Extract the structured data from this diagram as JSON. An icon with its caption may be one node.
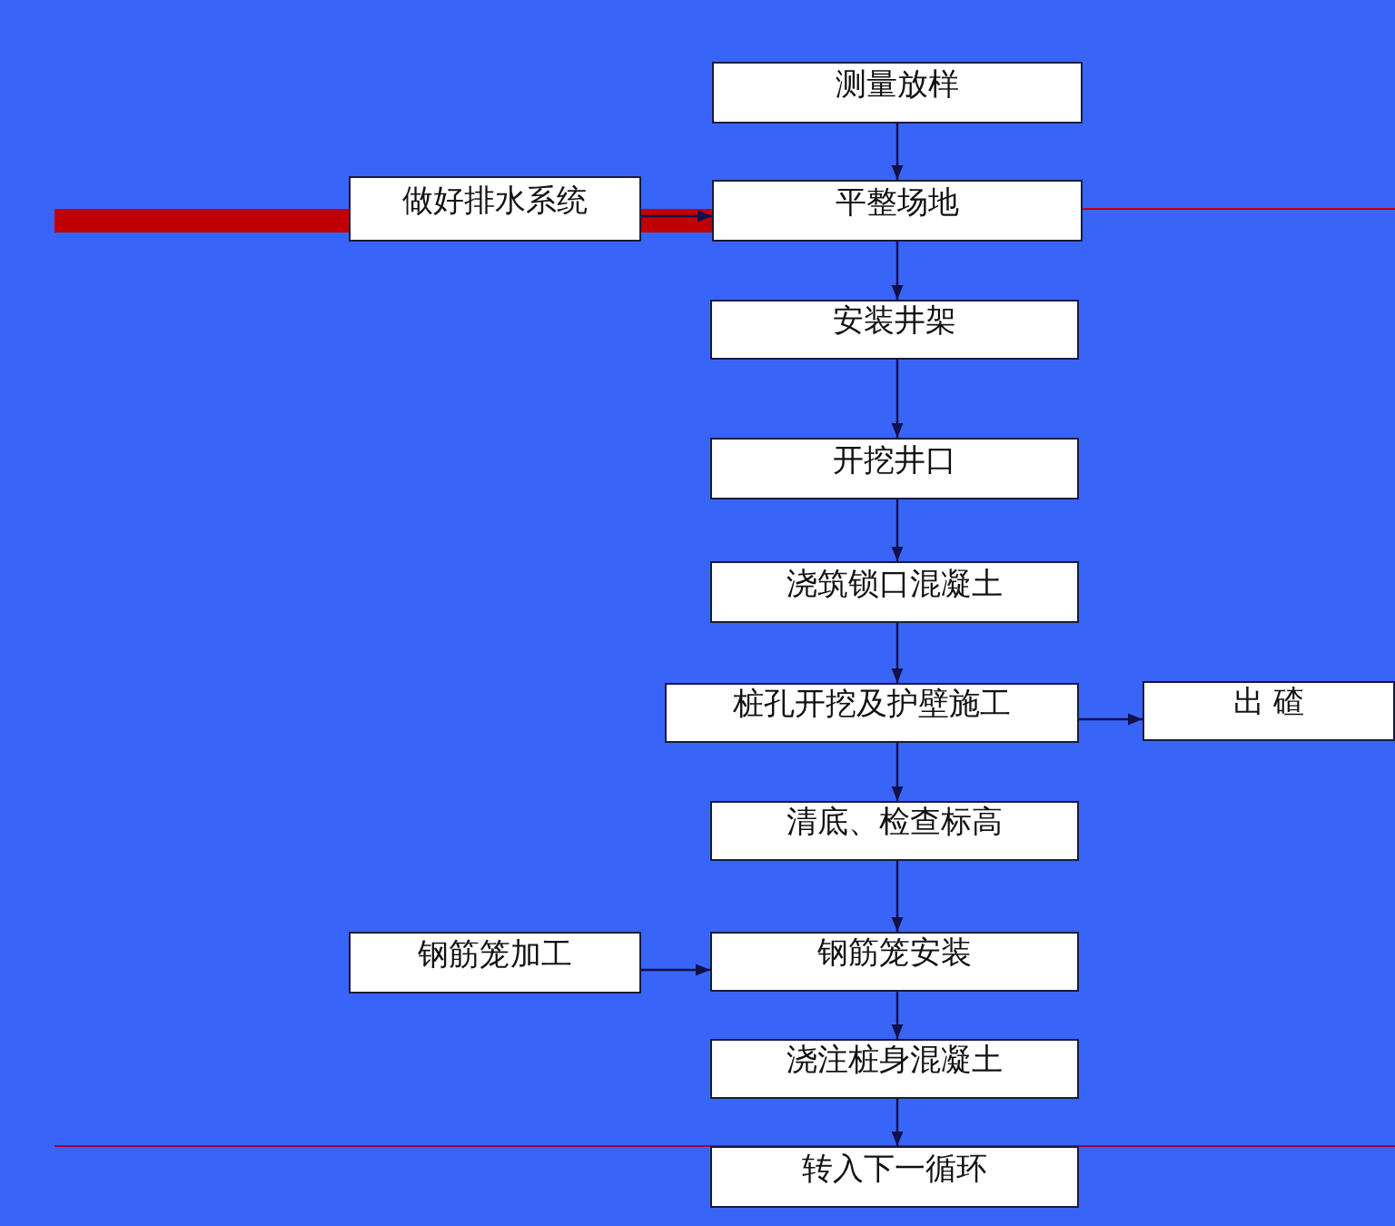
{
  "diagram": {
    "nodes": [
      {
        "text": [
          "测量放样"
        ]
      },
      {
        "text": [
          "做好排水系统"
        ]
      },
      {
        "text": [
          "平整场地"
        ]
      },
      {
        "text": [
          "安装井架"
        ]
      },
      {
        "text": [
          "开挖井口"
        ]
      },
      {
        "text": [
          "浇筑锁口混凝土"
        ]
      },
      {
        "text": [
          "桩孔开挖及护壁施工"
        ]
      },
      {
        "text": [
          "出 碴"
        ]
      },
      {
        "text": [
          "清底、检查标高"
        ]
      },
      {
        "text": [
          "钢筋笼加工"
        ]
      },
      {
        "text": [
          "钢筋笼安装"
        ]
      },
      {
        "text": [
          "浇注桩身混凝土"
        ]
      },
      {
        "text": [
          "转入下一循环"
        ]
      }
    ],
    "edges": [
      {
        "from": 0,
        "to": 2,
        "arrow": "to"
      },
      {
        "from": 1,
        "to": 2,
        "arrow": "to"
      },
      {
        "from": 2,
        "to": 3,
        "arrow": "to"
      },
      {
        "from": 3,
        "to": 4,
        "arrow": "to"
      },
      {
        "from": 4,
        "to": 5,
        "arrow": "to"
      },
      {
        "from": 5,
        "to": 6,
        "arrow": "to"
      },
      {
        "from": 6,
        "to": 7,
        "arrow": "to"
      },
      {
        "from": 6,
        "to": 8,
        "arrow": "to"
      },
      {
        "from": 8,
        "to": 10,
        "arrow": "to"
      },
      {
        "from": 9,
        "to": 10,
        "arrow": "to"
      },
      {
        "from": 10,
        "to": 11,
        "arrow": "to"
      },
      {
        "from": 11,
        "to": 12,
        "arrow": "to"
      }
    ]
  }
}
